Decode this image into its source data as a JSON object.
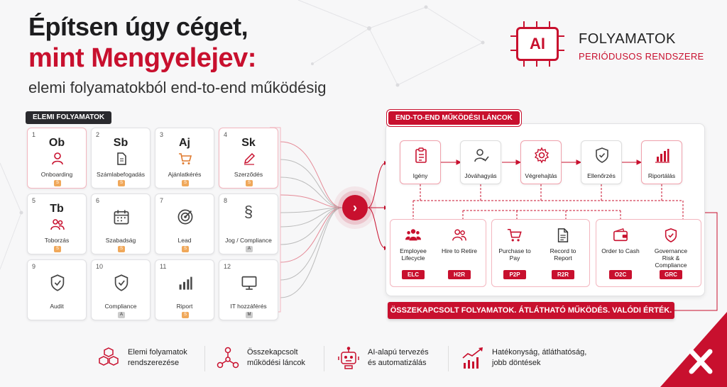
{
  "headline": {
    "line1": "Építsen úgy céget,",
    "line2": "mint Mengyelejev:",
    "line3": "elemi folyamatokból end-to-end működésig"
  },
  "brand": {
    "chip_text": "AI",
    "title": "FOLYAMATOK",
    "subtitle": "PERIÓDUSOS RENDSZERE"
  },
  "colors": {
    "accent": "#c8102e",
    "dark": "#2a2a2e"
  },
  "elemi": {
    "tag": "ELEMI FOLYAMATOK",
    "cards": [
      {
        "num": "1",
        "symbol": "Ob",
        "label": "Onboarding",
        "badge": "S",
        "icon": "user-icon"
      },
      {
        "num": "2",
        "symbol": "Sb",
        "label": "Számlabefogadás",
        "badge": "S",
        "icon": "document-icon"
      },
      {
        "num": "3",
        "symbol": "Aj",
        "label": "Ajánlatkérés",
        "badge": "S",
        "icon": "cart-icon"
      },
      {
        "num": "4",
        "symbol": "Sk",
        "label": "Szerződés",
        "badge": "S",
        "icon": "pen-icon"
      },
      {
        "num": "5",
        "symbol": "Tb",
        "label": "Toborzás",
        "badge": "S",
        "icon": "people-icon"
      },
      {
        "num": "6",
        "symbol": "",
        "label": "Szabadság",
        "badge": "S",
        "icon": "calendar-icon"
      },
      {
        "num": "7",
        "symbol": "",
        "label": "Lead",
        "badge": "S",
        "icon": "target-icon"
      },
      {
        "num": "8",
        "symbol": "",
        "label": "Jog / Compliance",
        "badge": "A",
        "icon": "section-icon"
      },
      {
        "num": "9",
        "symbol": "",
        "label": "Audit",
        "badge": "",
        "icon": "shield-icon"
      },
      {
        "num": "10",
        "symbol": "",
        "label": "Compliance",
        "badge": "A",
        "icon": "shield-check-icon"
      },
      {
        "num": "11",
        "symbol": "",
        "label": "Riport",
        "badge": "S",
        "icon": "bar-chart-icon"
      },
      {
        "num": "12",
        "symbol": "",
        "label": "IT hozzáférés",
        "badge": "M",
        "icon": "monitor-icon"
      }
    ]
  },
  "e2e": {
    "tag": "END-TO-END MŰKÖDÉSI LÁNCOK",
    "steps": [
      {
        "label": "Igény",
        "icon": "clipboard-icon"
      },
      {
        "label": "Jóváhagyás",
        "icon": "user-check-icon"
      },
      {
        "label": "Végrehajtás",
        "icon": "gear-icon"
      },
      {
        "label": "Ellenőrzés",
        "icon": "shield-check-icon"
      },
      {
        "label": "Riportálás",
        "icon": "bar-chart-icon"
      }
    ],
    "chains": [
      {
        "label": "Employee Lifecycle",
        "code": "ELC",
        "icon": "team-icon"
      },
      {
        "label": "Hire to Retire",
        "code": "H2R",
        "icon": "people-icon"
      },
      {
        "label": "Purchase to Pay",
        "code": "P2P",
        "icon": "cart-icon"
      },
      {
        "label": "Record to Report",
        "code": "R2R",
        "icon": "document-icon"
      },
      {
        "label": "Order to Cash",
        "code": "O2C",
        "icon": "wallet-icon"
      },
      {
        "label": "Governance Risk & Compliance",
        "code": "GRC",
        "icon": "shield-check-icon"
      }
    ],
    "banner": "ÖSSZEKAPCSOLT FOLYAMATOK. ÁTLÁTHATÓ MŰKÖDÉS. VALÓDI ÉRTÉK."
  },
  "benefits": [
    {
      "line1": "Elemi folyamatok",
      "line2": "rendszerezése",
      "icon": "cubes-icon"
    },
    {
      "line1": "Összekapcsolt",
      "line2": "működési láncok",
      "icon": "network-icon"
    },
    {
      "line1": "AI-alapú tervezés",
      "line2": "és automatizálás",
      "icon": "robot-icon"
    },
    {
      "line1": "Hatékonyság, átláthatóság,",
      "line2": "jobb döntések",
      "icon": "trend-chart-icon"
    }
  ]
}
